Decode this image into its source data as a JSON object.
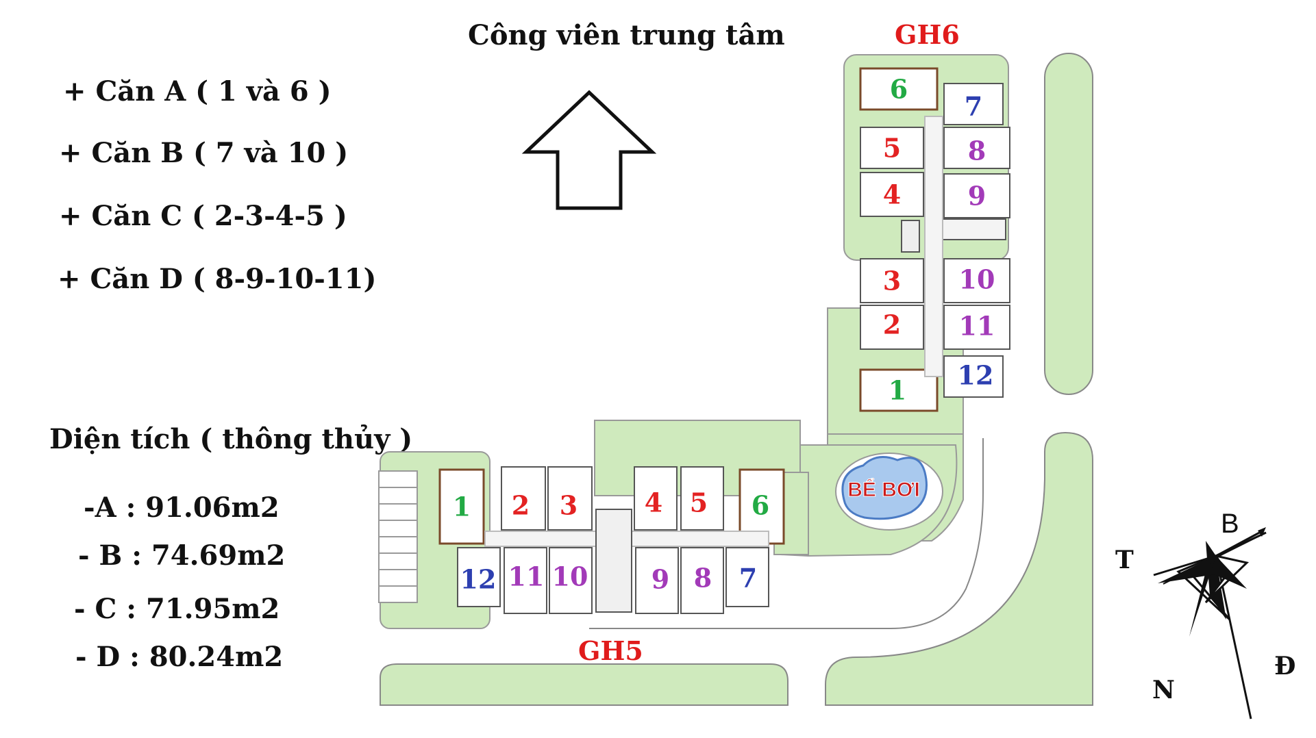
{
  "park_label": "Công viên trung tâm",
  "legend": [
    "+ Căn A ( 1 và 6 )",
    "+ Căn B ( 7 và 10 )",
    "+ Căn C ( 2-3-4-5 )",
    "+ Căn D ( 8-9-10-11)"
  ],
  "area_title": "Diện tích ( thông thủy )",
  "areas": [
    "-A : 91.06m2",
    "- B : 74.69m2",
    "- C : 71.95m2",
    "- D : 80.24m2"
  ],
  "buildings": {
    "gh6": "GH6",
    "gh5": "GH5"
  },
  "pool_label": "BỂ BƠI",
  "gh6_units": [
    {
      "n": "6",
      "color": "green"
    },
    {
      "n": "7",
      "color": "blue"
    },
    {
      "n": "5",
      "color": "red"
    },
    {
      "n": "8",
      "color": "purple"
    },
    {
      "n": "4",
      "color": "red"
    },
    {
      "n": "9",
      "color": "purple"
    },
    {
      "n": "3",
      "color": "red"
    },
    {
      "n": "10",
      "color": "purple"
    },
    {
      "n": "2",
      "color": "red"
    },
    {
      "n": "11",
      "color": "purple"
    },
    {
      "n": "1",
      "color": "green"
    },
    {
      "n": "12",
      "color": "blue"
    }
  ],
  "gh5_units": [
    {
      "n": "1",
      "color": "green"
    },
    {
      "n": "2",
      "color": "red"
    },
    {
      "n": "3",
      "color": "red"
    },
    {
      "n": "4",
      "color": "red"
    },
    {
      "n": "5",
      "color": "red"
    },
    {
      "n": "6",
      "color": "green"
    },
    {
      "n": "12",
      "color": "blue"
    },
    {
      "n": "11",
      "color": "purple"
    },
    {
      "n": "10",
      "color": "purple"
    },
    {
      "n": "9",
      "color": "purple"
    },
    {
      "n": "8",
      "color": "purple"
    },
    {
      "n": "7",
      "color": "blue"
    }
  ],
  "compass": {
    "north": "B",
    "west": "T",
    "south": "N",
    "east": "Đ"
  },
  "colors": {
    "red": "#e01b1b",
    "green": "#22aa44",
    "blue": "#2d3fb0",
    "purple": "#a23ab8",
    "lawn": "#cfeabd"
  }
}
